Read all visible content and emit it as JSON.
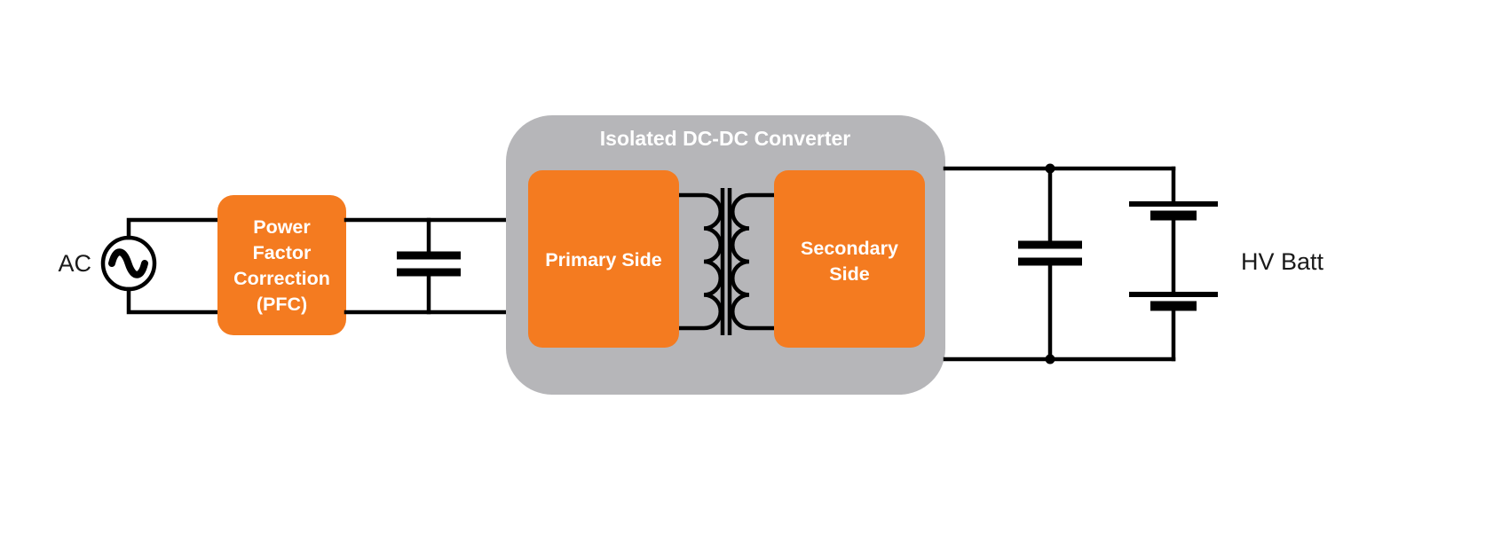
{
  "diagram": {
    "colors": {
      "orange": "#F47B20",
      "gray": "#B6B6B9",
      "wire": "#000000",
      "box_text": "#FFFFFF",
      "label_text": "#1A1A1A",
      "background": "#FFFFFF"
    },
    "ac_label": "AC",
    "pfc_block": {
      "line1": "Power",
      "line2": "Factor",
      "line3": "Correction",
      "line4": "(PFC)"
    },
    "converter": {
      "title": "Isolated DC-DC Converter",
      "primary_label": "Primary Side",
      "secondary_line1": "Secondary",
      "secondary_line2": "Side"
    },
    "battery_label": "HV Batt",
    "symbols": {
      "ac_source": "ac-sine-source-icon",
      "dc_link_capacitor": "capacitor-icon",
      "output_capacitor": "capacitor-icon",
      "transformer": "transformer-icon",
      "battery": "battery-icon"
    }
  }
}
